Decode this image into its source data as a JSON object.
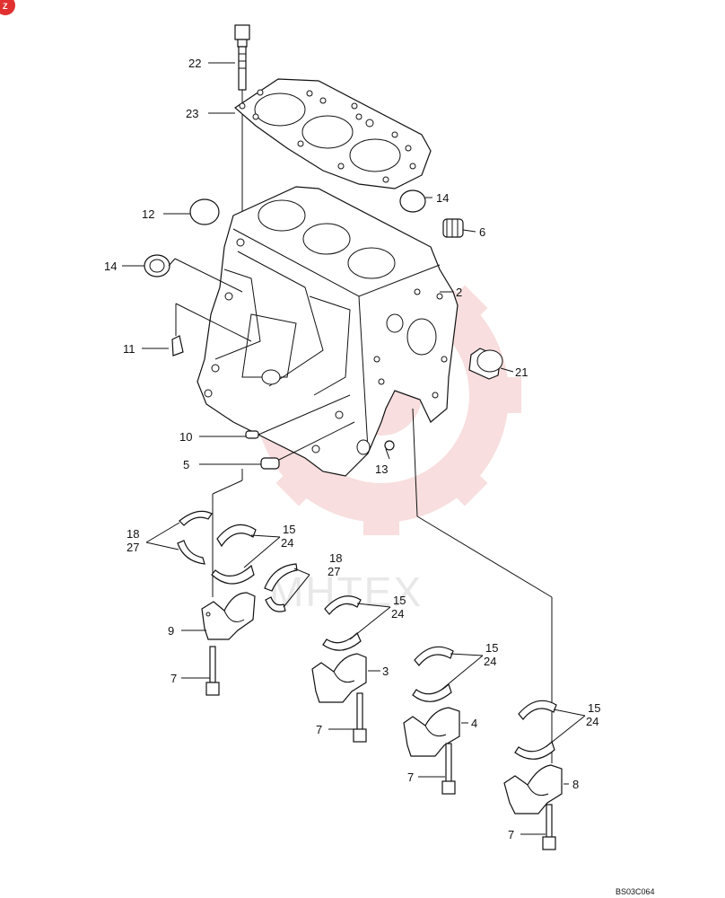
{
  "colors": {
    "watermark_gear": "#f4c4c4",
    "watermark_text": "#e8e8e8",
    "corner_badge": "#e03030"
  },
  "corner_badge": {
    "icon": "gear-badge-icon",
    "text": "Z"
  },
  "watermark": {
    "text": "MHTEX",
    "icon": "gear-watermark-icon"
  },
  "diagram_code": "BS03C064",
  "callouts": {
    "c22": "22",
    "c23": "23",
    "c14a": "14",
    "c12": "12",
    "c14b": "14",
    "c6": "6",
    "c2": "2",
    "c11": "11",
    "c21": "21",
    "c10": "10",
    "c5": "5",
    "c13": "13",
    "c18a": "18",
    "c27a": "27",
    "c15a": "15",
    "c24a": "24",
    "c18b": "18",
    "c27b": "27",
    "c15b": "15",
    "c24b": "24",
    "c9": "9",
    "c7a": "7",
    "c3": "3",
    "c7b": "7",
    "c15c": "15",
    "c24c": "24",
    "c4": "4",
    "c7c": "7",
    "c15d": "15",
    "c24d": "24",
    "c8": "8",
    "c7d": "7"
  }
}
